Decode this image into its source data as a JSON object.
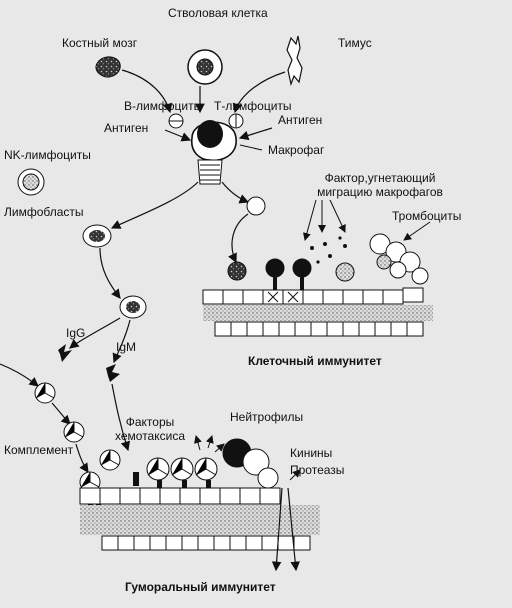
{
  "labels": {
    "stem_cell": "Стволовая клетка",
    "bone_marrow": "Костный мозг",
    "thymus": "Тимус",
    "b_lymphocytes": "В-лимфоциты",
    "t_lymphocytes": "Т-лимфоциты",
    "antigen_left": "Антиген",
    "antigen_right": "Антиген",
    "macrophage": "Макрофаг",
    "nk_lymphocytes": "NK-лимфоциты",
    "lymphoblasts": "Лимфобласты",
    "mif_line1": "Фактор,угнетающий",
    "mif_line2": "миграцию макрофагов",
    "thrombocytes": "Тромбоциты",
    "cellular_immunity": "Клеточный иммунитет",
    "igg": "IgG",
    "igm": "IgM",
    "complement": "Комплемент",
    "chemotaxis_line1": "Факторы",
    "chemotaxis_line2": "хемотаксиса",
    "neutrophils": "Нейтрофилы",
    "kinins": "Кинины",
    "proteases": "Протеазы",
    "humoral_immunity": "Гуморальный иммунитет"
  },
  "colors": {
    "background": "#e8e8e8",
    "ink": "#111111",
    "cell_fill": "#ffffff",
    "stipple": "#9a9a9a"
  }
}
